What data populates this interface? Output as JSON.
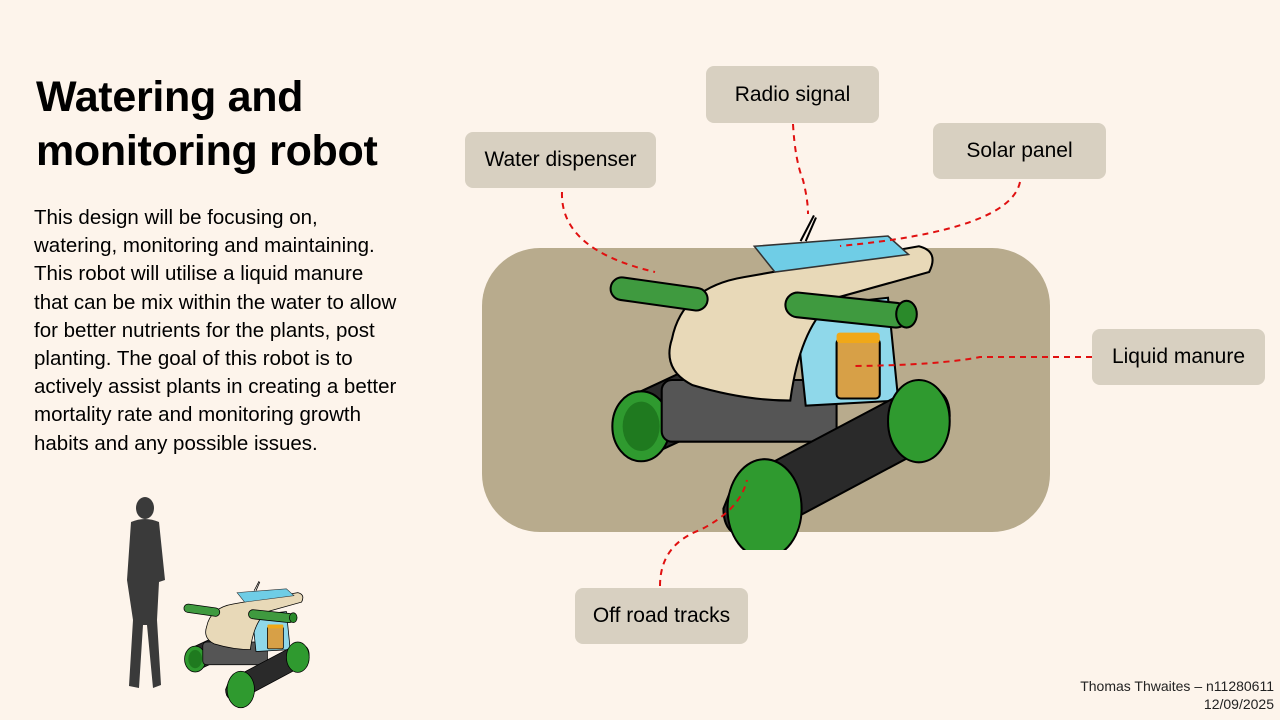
{
  "slide": {
    "title_lines": [
      "Watering and",
      "monitoring robot"
    ],
    "body_lines": [
      "This design will be focusing on,",
      "watering, monitoring and maintaining.",
      "This robot will utilise a liquid manure",
      "that can be mix within the water to allow",
      "for better nutrients for the plants, post",
      "planting. The goal of this robot is to",
      "actively assist plants in creating a better",
      "mortality rate and monitoring growth",
      "habits and any possible issues."
    ],
    "callouts": {
      "radio_signal": "Radio signal",
      "water_dispenser": "Water dispenser",
      "solar_panel": "Solar panel",
      "liquid_manure": "Liquid manure",
      "off_road_tracks": "Off road tracks"
    },
    "footer": {
      "author": "Thomas Thwaites – n11280611",
      "date": "12/09/2025"
    }
  },
  "colors": {
    "background": "#fdf4eb",
    "label_bg": "#d8d0c1",
    "panel_bg": "#b8ab8d",
    "leader_line": "#e01010"
  }
}
